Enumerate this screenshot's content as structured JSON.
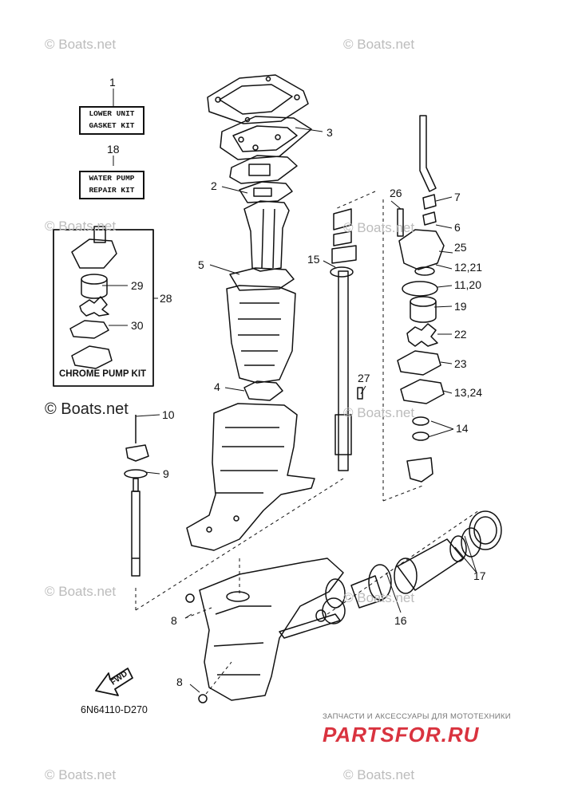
{
  "watermarks": {
    "top_left": "© Boats.net",
    "top_right": "© Boats.net",
    "mid_left_1": "© Boats.net",
    "mid_right": "© Boats.net",
    "mid_left_2": "© Boats.net",
    "mid_center": "© Boats.net",
    "low_left": "© Boats.net",
    "low_right": "© Boats.net",
    "bottom_left": "© Boats.net",
    "bottom_right": "© Boats.net"
  },
  "kits": {
    "gasket_kit": {
      "number": "1",
      "line1": "LOWER UNIT",
      "line2": "GASKET KIT"
    },
    "water_pump_kit": {
      "number": "18",
      "line1": "WATER PUMP",
      "line2": "REPAIR KIT"
    },
    "chrome_pump_kit": {
      "number": "28",
      "caption": "CHROME PUMP KIT"
    }
  },
  "callouts": {
    "c2": "2",
    "c3": "3",
    "c4": "4",
    "c5": "5",
    "c6": "6",
    "c7": "7",
    "c8a": "8",
    "c8b": "8",
    "c9": "9",
    "c10": "10",
    "c14": "14",
    "c15": "15",
    "c16": "16",
    "c17": "17",
    "c19": "19",
    "c22": "22",
    "c23": "23",
    "c25": "25",
    "c26": "26",
    "c27": "27",
    "c29": "29",
    "c30": "30",
    "c11_20": "11,20",
    "c12_21": "12,21",
    "c13_24": "13,24"
  },
  "direction_arrow": {
    "label": "FWD"
  },
  "diagram_code": "6N64110-D270",
  "branding": {
    "tagline": "ЗАПЧАСТИ И АКСЕССУАРЫ ДЛЯ МОТОТЕХНИКИ",
    "logo": "PARTSFOR.RU"
  }
}
